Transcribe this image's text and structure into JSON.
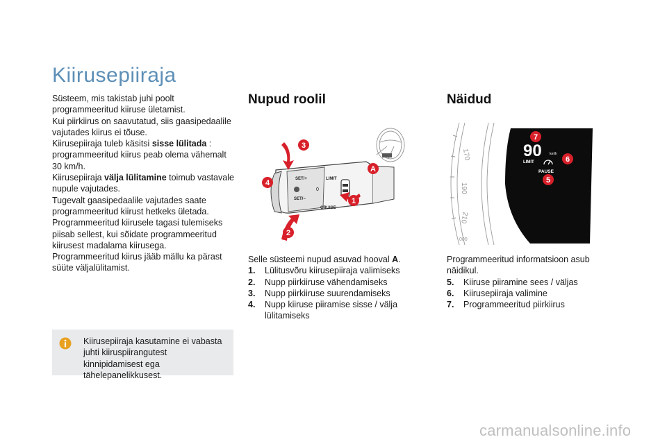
{
  "page": {
    "title": "Kiirusepiiraja"
  },
  "intro": {
    "line1": "Süsteem, mis takistab juhi poolt programmeeritud kiiruse ületamist.",
    "line2": "Kui piirkiirus on saavutatud, siis gaasipedaalile vajutades kiirus ei tõuse.",
    "line3_pre": "Kiirusepiiraja tuleb käsitsi ",
    "line3_bold": "sisse lülitada",
    "line3_post": " : programmeeritud kiirus peab olema vähemalt 30 km/h.",
    "line4_pre": "Kiirusepiiraja ",
    "line4_bold": "välja lülitamine",
    "line4_post": " toimub vastavale nupule vajutades.",
    "line5": "Tugevalt gaasipedaalile vajutades saate programmeeritud kiirust hetkeks ületada.",
    "line6": "Programmeeritud kiirusele tagasi tulemiseks piisab sellest, kui sõidate programmeeritud kiirusest madalama kiirusega.",
    "line7": "Programmeeritud kiirus jääb mällu ka pärast süüte väljalülitamist."
  },
  "note": {
    "text": "Kiirusepiiraja kasutamine ei vabasta juhti kiiruspiirangutest kinnipidamisest ega tähelepanelikkusest.",
    "icon": "info-icon"
  },
  "steering": {
    "title": "Nupud roolil",
    "intro_pre": "Selle süsteemi nupud asuvad hooval ",
    "intro_bold": "A",
    "intro_post": ".",
    "items": [
      {
        "num": "1.",
        "text": "Lülitusvõru kiirusepiiraja valimiseks"
      },
      {
        "num": "2.",
        "text": "Nupp piirkiiruse vähendamiseks"
      },
      {
        "num": "3.",
        "text": "Nupp piirkiiruse suurendamiseks"
      },
      {
        "num": "4.",
        "text": "Nupp kiiruse piiramise sisse / välja lülitamiseks"
      }
    ],
    "labels": {
      "set_plus": "SET/+",
      "set_minus": "SET/−",
      "limit": "LIMIT",
      "cruise": "CRUISE",
      "badge_a": "A",
      "badge_1": "1",
      "badge_2": "2",
      "badge_3": "3",
      "badge_4": "4",
      "zero": "0"
    },
    "colors": {
      "badge": "#d8202a",
      "arrow": "#d8202a"
    }
  },
  "display": {
    "title": "Näidud",
    "intro": "Programmeeritud informatsioon asub näidikul.",
    "items": [
      {
        "num": "5.",
        "text": "Kiiruse piiramine sees / väljas"
      },
      {
        "num": "6.",
        "text": "Kiirusepiiraja valimine"
      },
      {
        "num": "7.",
        "text": "Programmeeritud piirkiirus"
      }
    ],
    "screen": {
      "speed": "90",
      "unit": "km/h",
      "limit": "LIMIT",
      "pause": "PAUSE",
      "badge_5": "5",
      "badge_6": "6",
      "badge_7": "7",
      "dial_210": "210",
      "dial_190": "190",
      "dial_170": "170",
      "dial_odo": "000"
    }
  },
  "watermark": {
    "text": "carmanualsonline.info"
  }
}
